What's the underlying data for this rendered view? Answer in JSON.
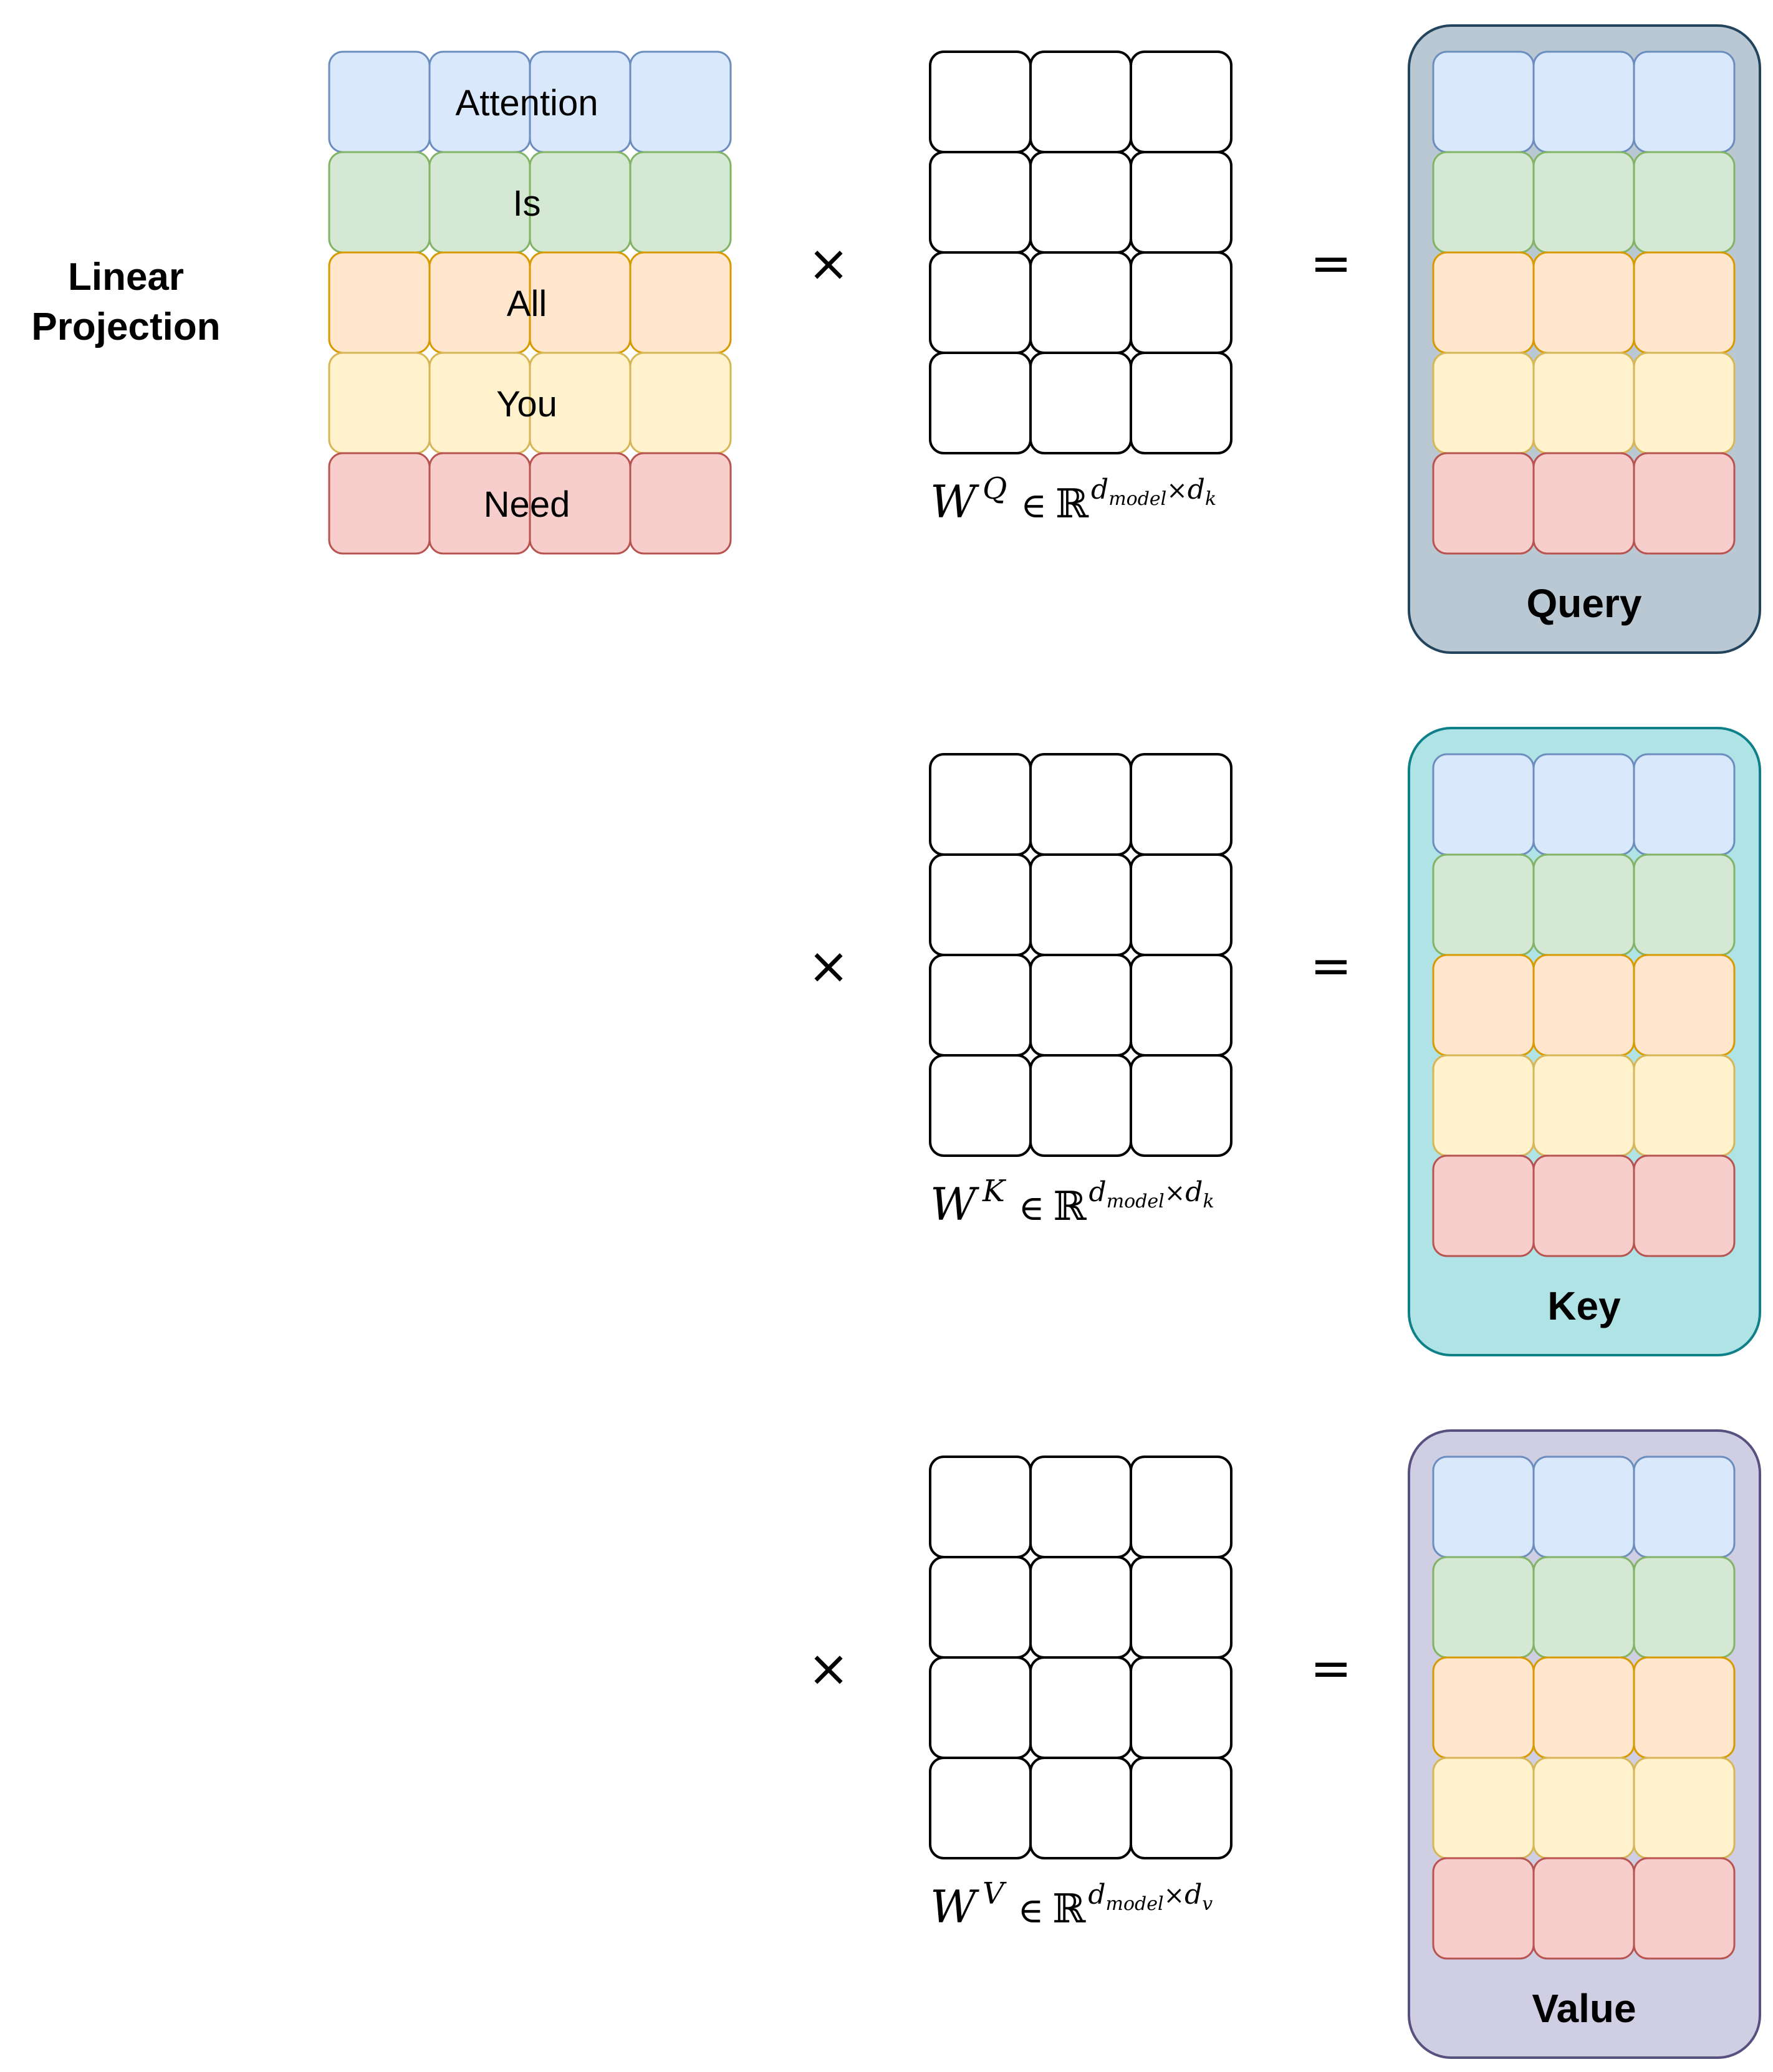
{
  "heading": {
    "line1": "Linear",
    "line2": "Projection"
  },
  "tokens": [
    "Attention",
    "Is",
    "All",
    "You",
    "Need"
  ],
  "row_colors": [
    {
      "fill": "#dae8fc",
      "stroke": "#6c8ebf"
    },
    {
      "fill": "#d5e8d4",
      "stroke": "#82b366"
    },
    {
      "fill": "#ffe6cc",
      "stroke": "#d79b00"
    },
    {
      "fill": "#fff2cc",
      "stroke": "#d6b656"
    },
    {
      "fill": "#f8cecc",
      "stroke": "#b85450"
    }
  ],
  "operators": {
    "times": "×",
    "equals": "="
  },
  "projections": [
    {
      "id": "query",
      "weight": {
        "letter": "W",
        "superscript": "Q",
        "in": "∈",
        "set": "ℝ",
        "dim_base": "d",
        "dim_sub1": "model",
        "times": "×",
        "dim_sub2": "k"
      },
      "output_label": "Query",
      "output_fill": "#bac8d3",
      "output_stroke": "#23445d"
    },
    {
      "id": "key",
      "weight": {
        "letter": "W",
        "superscript": "K",
        "in": "∈",
        "set": "ℝ",
        "dim_base": "d",
        "dim_sub1": "model",
        "times": "×",
        "dim_sub2": "k"
      },
      "output_label": "Key",
      "output_fill": "#b0e3e6",
      "output_stroke": "#0e8088"
    },
    {
      "id": "value",
      "weight": {
        "letter": "W",
        "superscript": "V",
        "in": "∈",
        "set": "ℝ",
        "dim_base": "d",
        "dim_sub1": "model",
        "times": "×",
        "dim_sub2": "v"
      },
      "output_label": "Value",
      "output_fill": "#d0cee2",
      "output_stroke": "#56517e"
    }
  ]
}
